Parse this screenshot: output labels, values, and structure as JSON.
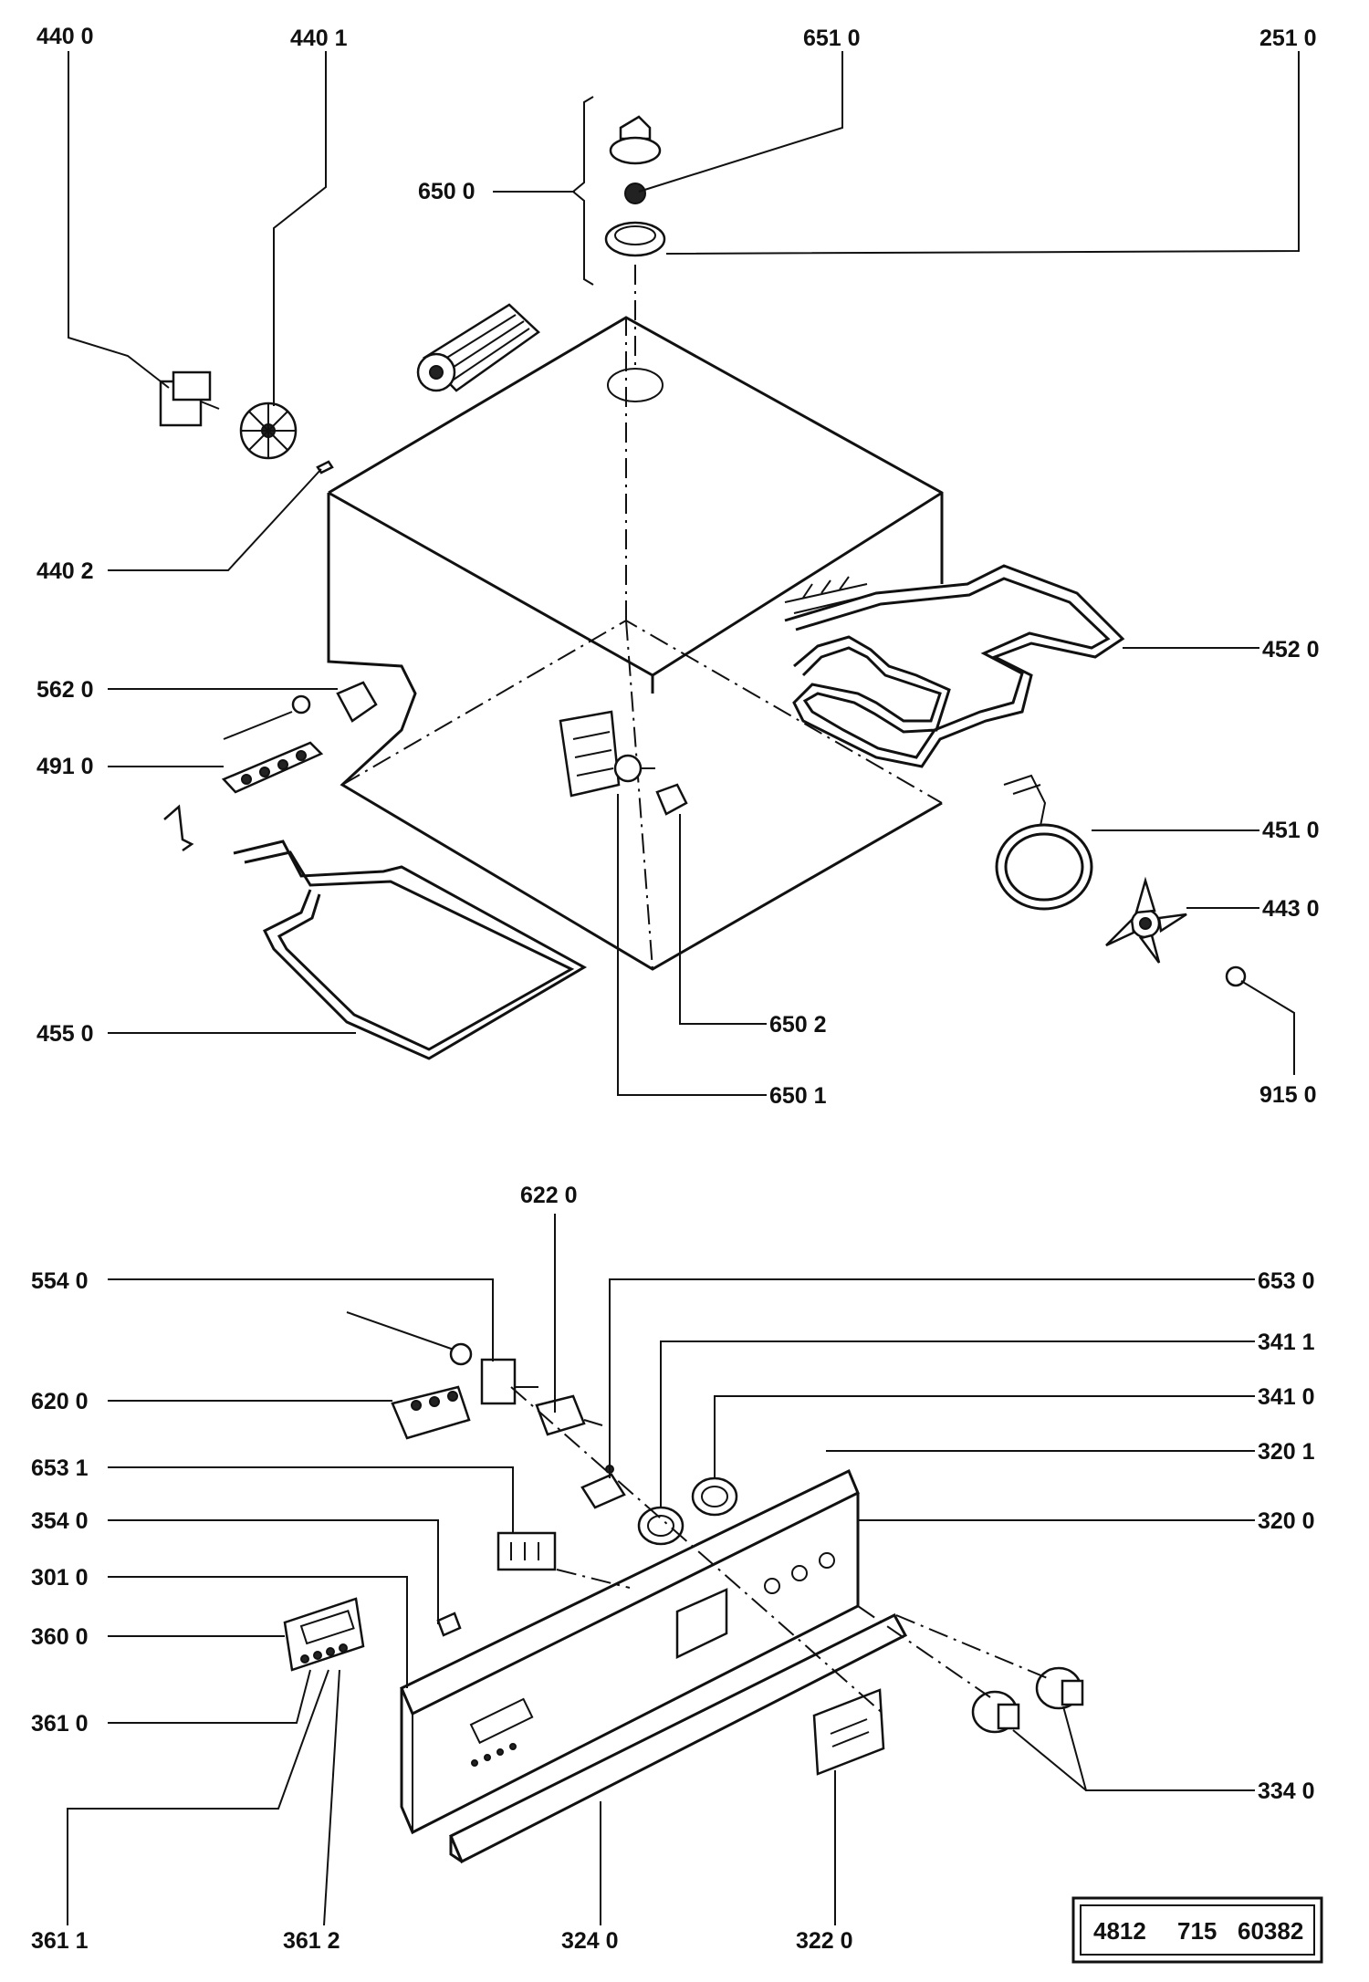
{
  "labels": {
    "l4400": "440 0",
    "l4401": "440 1",
    "l6510": "651 0",
    "l2510": "251 0",
    "l6500": "650 0",
    "l4402": "440 2",
    "l5620": "562 0",
    "l4910": "491 0",
    "l4520": "452 0",
    "l4510": "451 0",
    "l4430": "443 0",
    "l4550": "455 0",
    "l6502": "650 2",
    "l6501": "650 1",
    "l9150": "915 0",
    "l6220": "622 0",
    "l5540": "554 0",
    "l6530": "653 0",
    "l3411": "341 1",
    "l6200": "620 0",
    "l3410": "341 0",
    "l3201": "320 1",
    "l6531": "653 1",
    "l3200": "320 0",
    "l3540": "354 0",
    "l3010": "301 0",
    "l3600": "360 0",
    "l3610": "361 0",
    "l3340": "334 0",
    "l3611": "361 1",
    "l3612": "361 2",
    "l3240": "324 0",
    "l3220": "322 0"
  },
  "reference": {
    "part1": "4812",
    "part2": "715",
    "part3": "60382"
  }
}
